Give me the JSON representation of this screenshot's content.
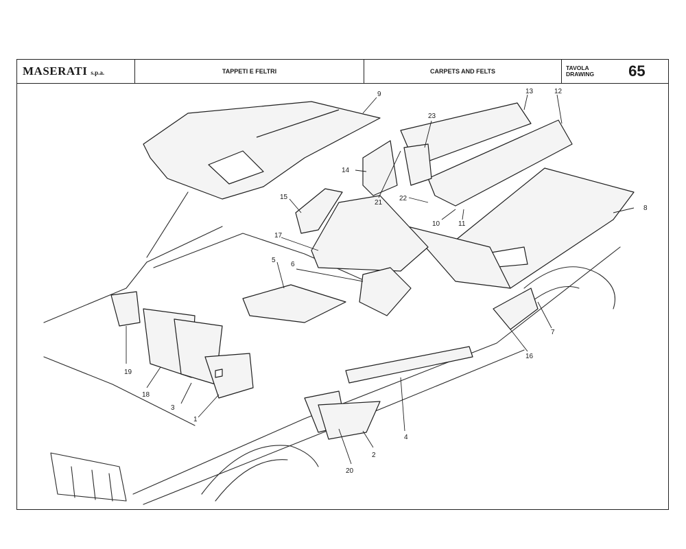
{
  "header": {
    "brand": "MASERATI",
    "brand_suffix": "s.p.a.",
    "title_it": "TAPPETI E FELTRI",
    "title_en": "CARPETS AND FELTS",
    "drawing_label_1": "TAVOLA",
    "drawing_label_2": "DRAWING",
    "drawing_number": "65"
  },
  "callouts": {
    "c1": "1",
    "c2": "2",
    "c3": "3",
    "c4": "4",
    "c5": "5",
    "c6": "6",
    "c7": "7",
    "c8": "8",
    "c9": "9",
    "c10": "10",
    "c11": "11",
    "c12": "12",
    "c13": "13",
    "c14": "14",
    "c15": "15",
    "c16": "16",
    "c17": "17",
    "c18": "18",
    "c19": "19",
    "c20": "20",
    "c21": "21",
    "c22": "22",
    "c23": "23"
  }
}
